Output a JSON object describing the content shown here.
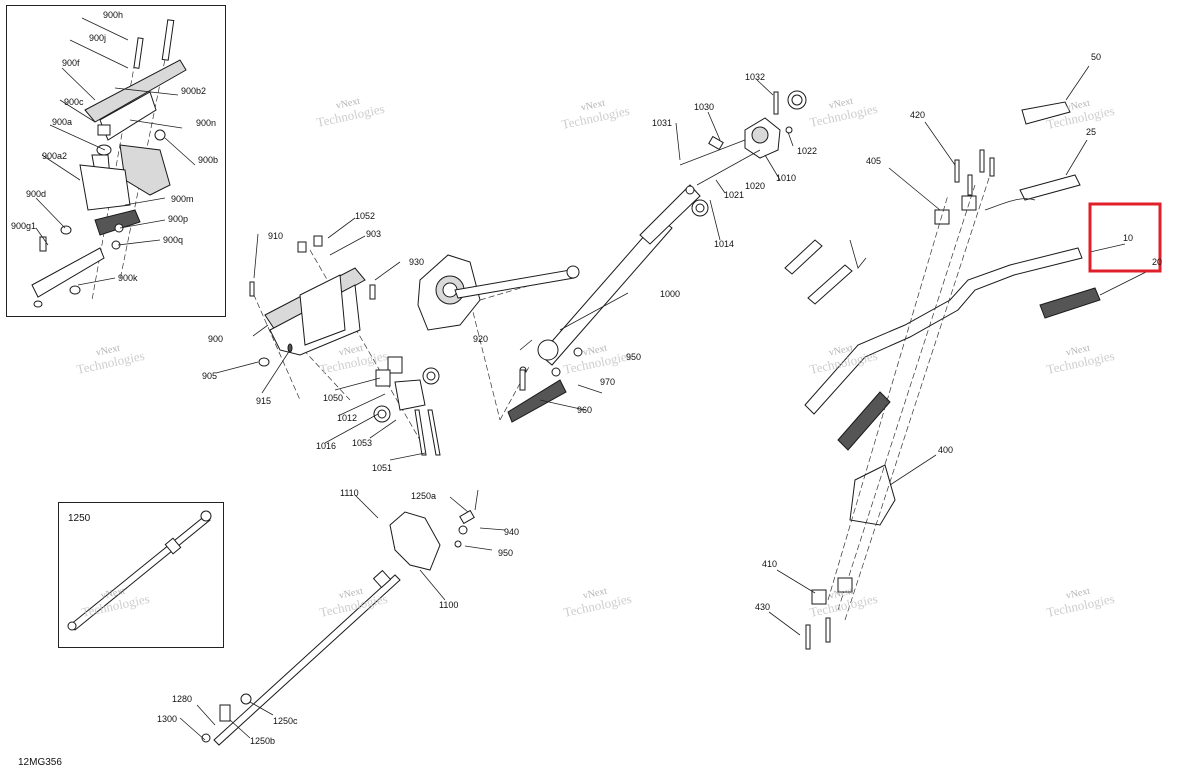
{
  "diagram": {
    "sheet_code": "12MG356",
    "inset_1250_title": "1250",
    "highlight_color": "#e01f2a",
    "watermark": {
      "line1": "vNext",
      "line2": "Technologies"
    },
    "callouts": {
      "c900h": "900h",
      "c900j": "900j",
      "c900f": "900f",
      "c900c": "900c",
      "c900b2": "900b2",
      "c900a": "900a",
      "c900n": "900n",
      "c900a2": "900a2",
      "c900b": "900b",
      "c900d": "900d",
      "c900m": "900m",
      "c900g1": "900g1",
      "c900p": "900p",
      "c900q": "900q",
      "c900k": "900k",
      "c910": "910",
      "c1052": "1052",
      "c903": "903",
      "c930": "930",
      "c900": "900",
      "c905": "905",
      "c915": "915",
      "c1050": "1050",
      "c1012": "1012",
      "c1016": "1016",
      "c1053": "1053",
      "c1051": "1051",
      "c920": "920",
      "c950": "950",
      "c970": "970",
      "c960": "960",
      "c1000": "1000",
      "c1031": "1031",
      "c1030": "1030",
      "c1032": "1032",
      "c1022": "1022",
      "c1010": "1010",
      "c1020": "1020",
      "c1021": "1021",
      "c1014": "1014",
      "c50": "50",
      "c420": "420",
      "c405": "405",
      "c25": "25",
      "c10": "10",
      "c20": "20",
      "c400": "400",
      "c410": "410",
      "c430": "430",
      "c1110": "1110",
      "c1250a": "1250a",
      "c940": "940",
      "c950b": "950",
      "c1100": "1100",
      "c1280": "1280",
      "c1300": "1300",
      "c1250c": "1250c",
      "c1250b": "1250b"
    }
  }
}
